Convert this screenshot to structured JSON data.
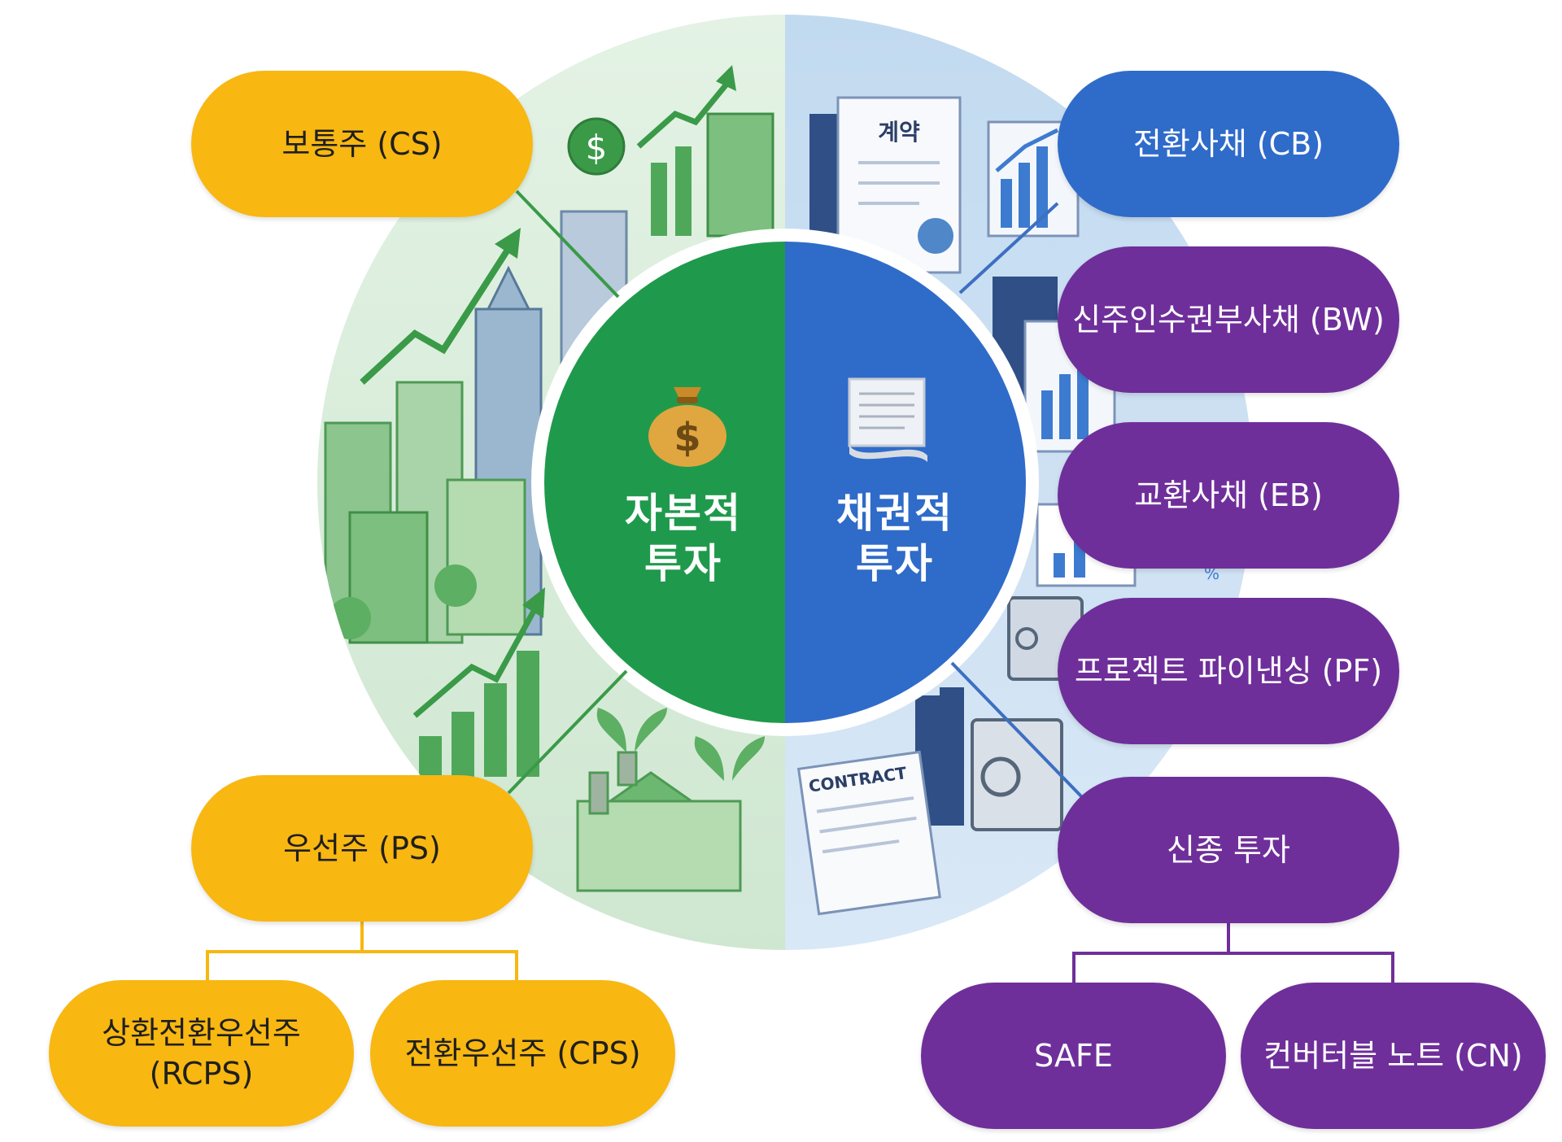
{
  "center": {
    "equity": {
      "line1": "자본적",
      "line2": "투자",
      "icon": "money-bag-icon"
    },
    "debt": {
      "line1": "채권적",
      "line2": "투자",
      "icon": "document-icon"
    }
  },
  "equity_items": {
    "common": "보통주 (CS)",
    "preferred": "우선주 (PS)",
    "rcps_line1": "상환전환우선주",
    "rcps_line2": "(RCPS)",
    "cps": "전환우선주 (CPS)"
  },
  "debt_items": {
    "cb": "전환사채 (CB)",
    "bw": "신주인수권부사채 (BW)",
    "eb": "교환사채 (EB)",
    "pf": "프로젝트 파이낸싱 (PF)",
    "new": "신종 투자",
    "safe": "SAFE",
    "cn": "컨버터블 노트 (CN)"
  },
  "illustration_text": {
    "contract_ko": "계약",
    "contract_en": "CONTRACT",
    "percent": "%",
    "dollar": "$"
  },
  "colors": {
    "equity_green": "#1f9a4c",
    "debt_blue": "#2f6bc9",
    "yellow": "#f8b711",
    "purple": "#6f2f9a",
    "bg_green": "#d9eedb",
    "bg_blue": "#c6dcf0"
  }
}
